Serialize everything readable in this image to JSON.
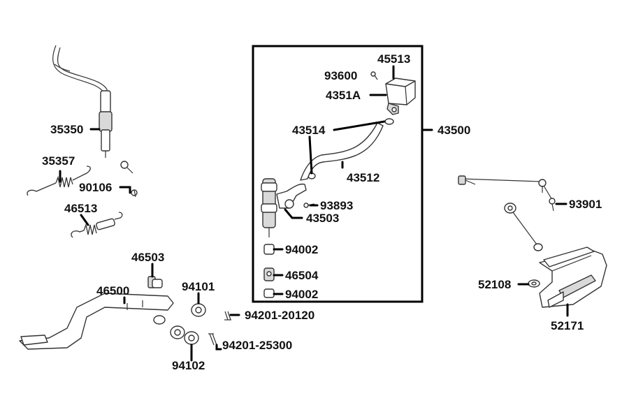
{
  "labels": {
    "p35350": "35350",
    "p35357": "35357",
    "p90106": "90106",
    "p46513": "46513",
    "p46503": "46503",
    "p46500": "46500",
    "p94101": "94101",
    "p94102": "94102",
    "p94201_20120": "94201-20120",
    "p94201_25300": "94201-25300",
    "p45513": "45513",
    "p93600": "93600",
    "p4351A": "4351A",
    "p43514": "43514",
    "p43512": "43512",
    "p43500": "43500",
    "p93893": "93893",
    "p43503": "43503",
    "p94002a": "94002",
    "p46504": "46504",
    "p94002b": "94002",
    "p93901": "93901",
    "p52108": "52108",
    "p52171": "52171"
  }
}
